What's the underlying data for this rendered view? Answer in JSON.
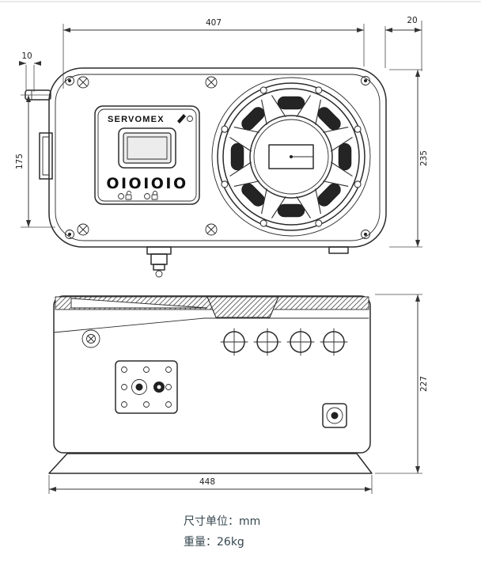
{
  "dimensions": {
    "width_top": "407",
    "offset_top_right": "20",
    "offset_left_small": "10",
    "height_left": "175",
    "height_right_front": "235",
    "height_right_bottom": "227",
    "width_bottom": "448"
  },
  "device": {
    "brand_label": "SERVOMEX",
    "keypad_row": "OIOIOIO"
  },
  "icons": {
    "brand_pencil": "pencil-icon",
    "lock_left": "lock-open-icon",
    "lock_right": "lock-closed-icon"
  },
  "footer": {
    "unit_label": "尺寸单位：mm",
    "weight_label": "重量：26kg"
  }
}
